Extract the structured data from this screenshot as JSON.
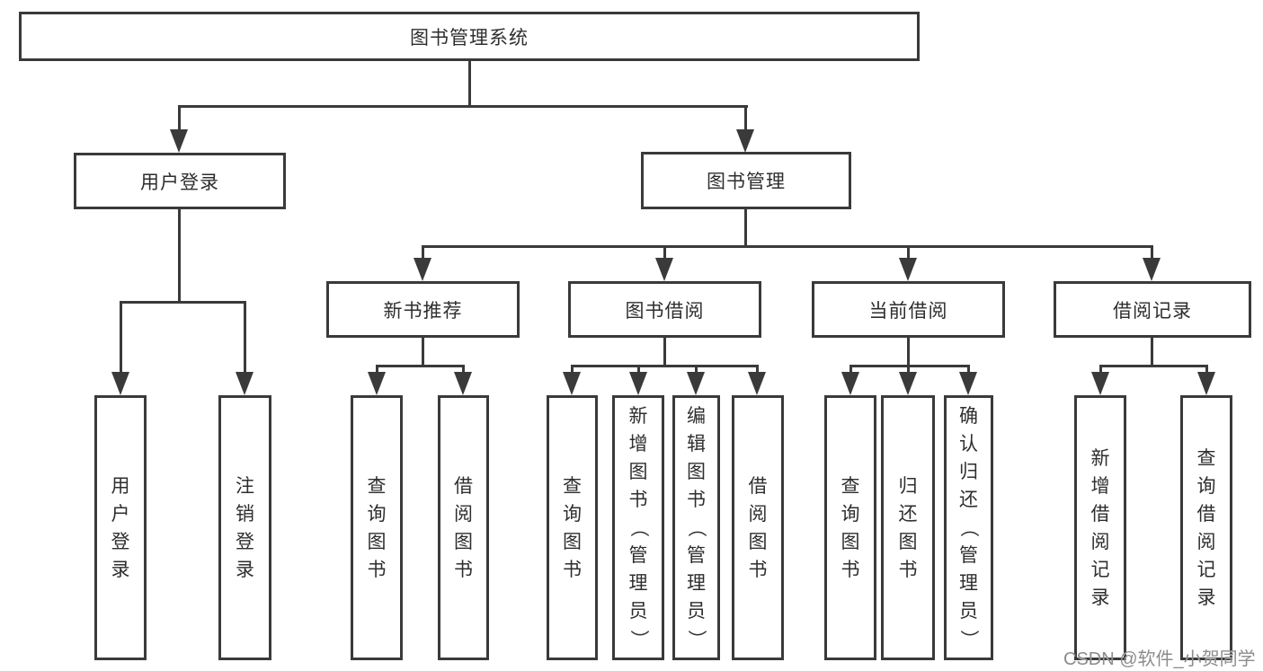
{
  "diagram": {
    "title": "图书管理系统",
    "root": {
      "label": "图书管理系统"
    },
    "level2": {
      "user_login": {
        "label": "用户登录"
      },
      "book_management": {
        "label": "图书管理"
      }
    },
    "level3": {
      "new_book_recommend": {
        "label": "新书推荐"
      },
      "book_borrow": {
        "label": "图书借阅"
      },
      "current_borrow": {
        "label": "当前借阅"
      },
      "borrow_records": {
        "label": "借阅记录"
      }
    },
    "leaves": {
      "user_login": "用户登录",
      "logout": "注销登录",
      "nb_query_books": "查询图书",
      "nb_borrow_books": "借阅图书",
      "bw_query_books": "查询图书",
      "bw_add_books": "新增图书（管理员）",
      "bw_edit_books": "编辑图书（管理员）",
      "bw_borrow_books": "借阅图书",
      "cur_query_books": "查询图书",
      "cur_return_books": "归还图书",
      "cur_confirm_return": "确认归还（管理员）",
      "rec_add_record": "新增借阅记录",
      "rec_query_record": "查询借阅记录"
    }
  },
  "watermark": {
    "text": "CSDN @软件_小贺同学"
  },
  "colors": {
    "line": "#3a3a3a",
    "text": "#2e2e2e",
    "watermark": "#8c8c8c",
    "background": "#ffffff"
  }
}
